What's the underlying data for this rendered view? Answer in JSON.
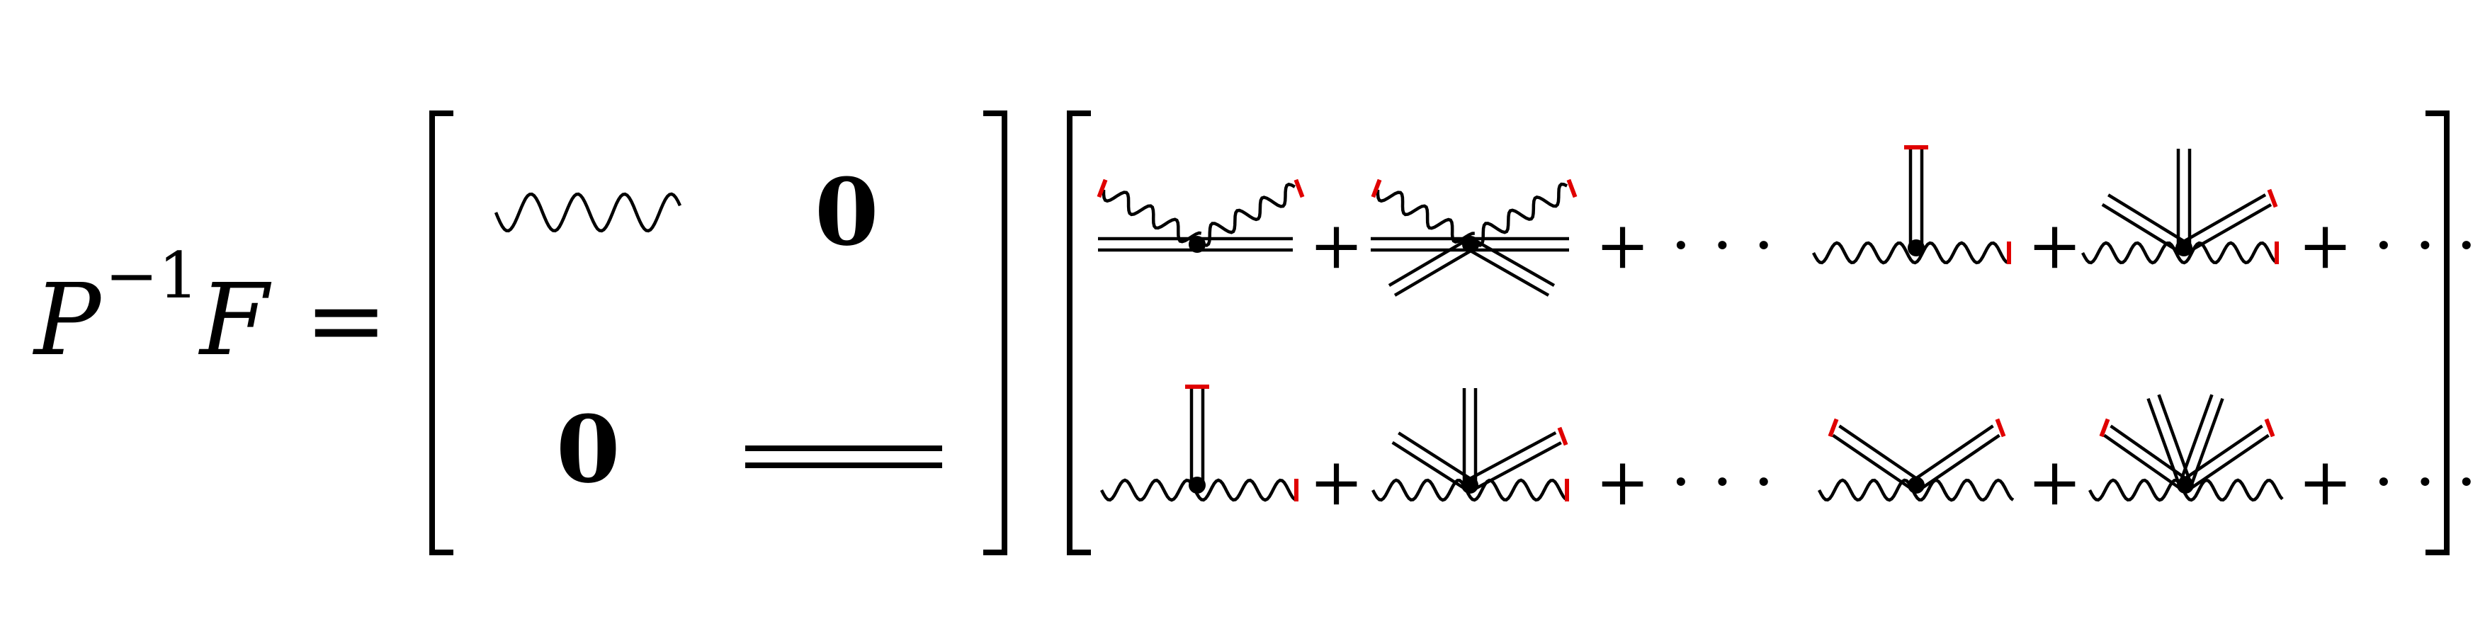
{
  "equation": {
    "lhs_script_p": "P",
    "lhs_exponent": "−1",
    "lhs_script_f": "F",
    "equals": "=",
    "zero_top": "0",
    "zero_bottom": "0"
  },
  "series": {
    "plus": "+",
    "ellipsis": "+ · · ·"
  },
  "colors": {
    "ink": "#000000",
    "end_marker": "#e00000"
  },
  "icons": {
    "wavy_line": "photon-propagator-icon",
    "double_line": "double-propagator-icon",
    "vertex": "vertex-dot-icon",
    "end_cap": "red-tee-icon"
  }
}
